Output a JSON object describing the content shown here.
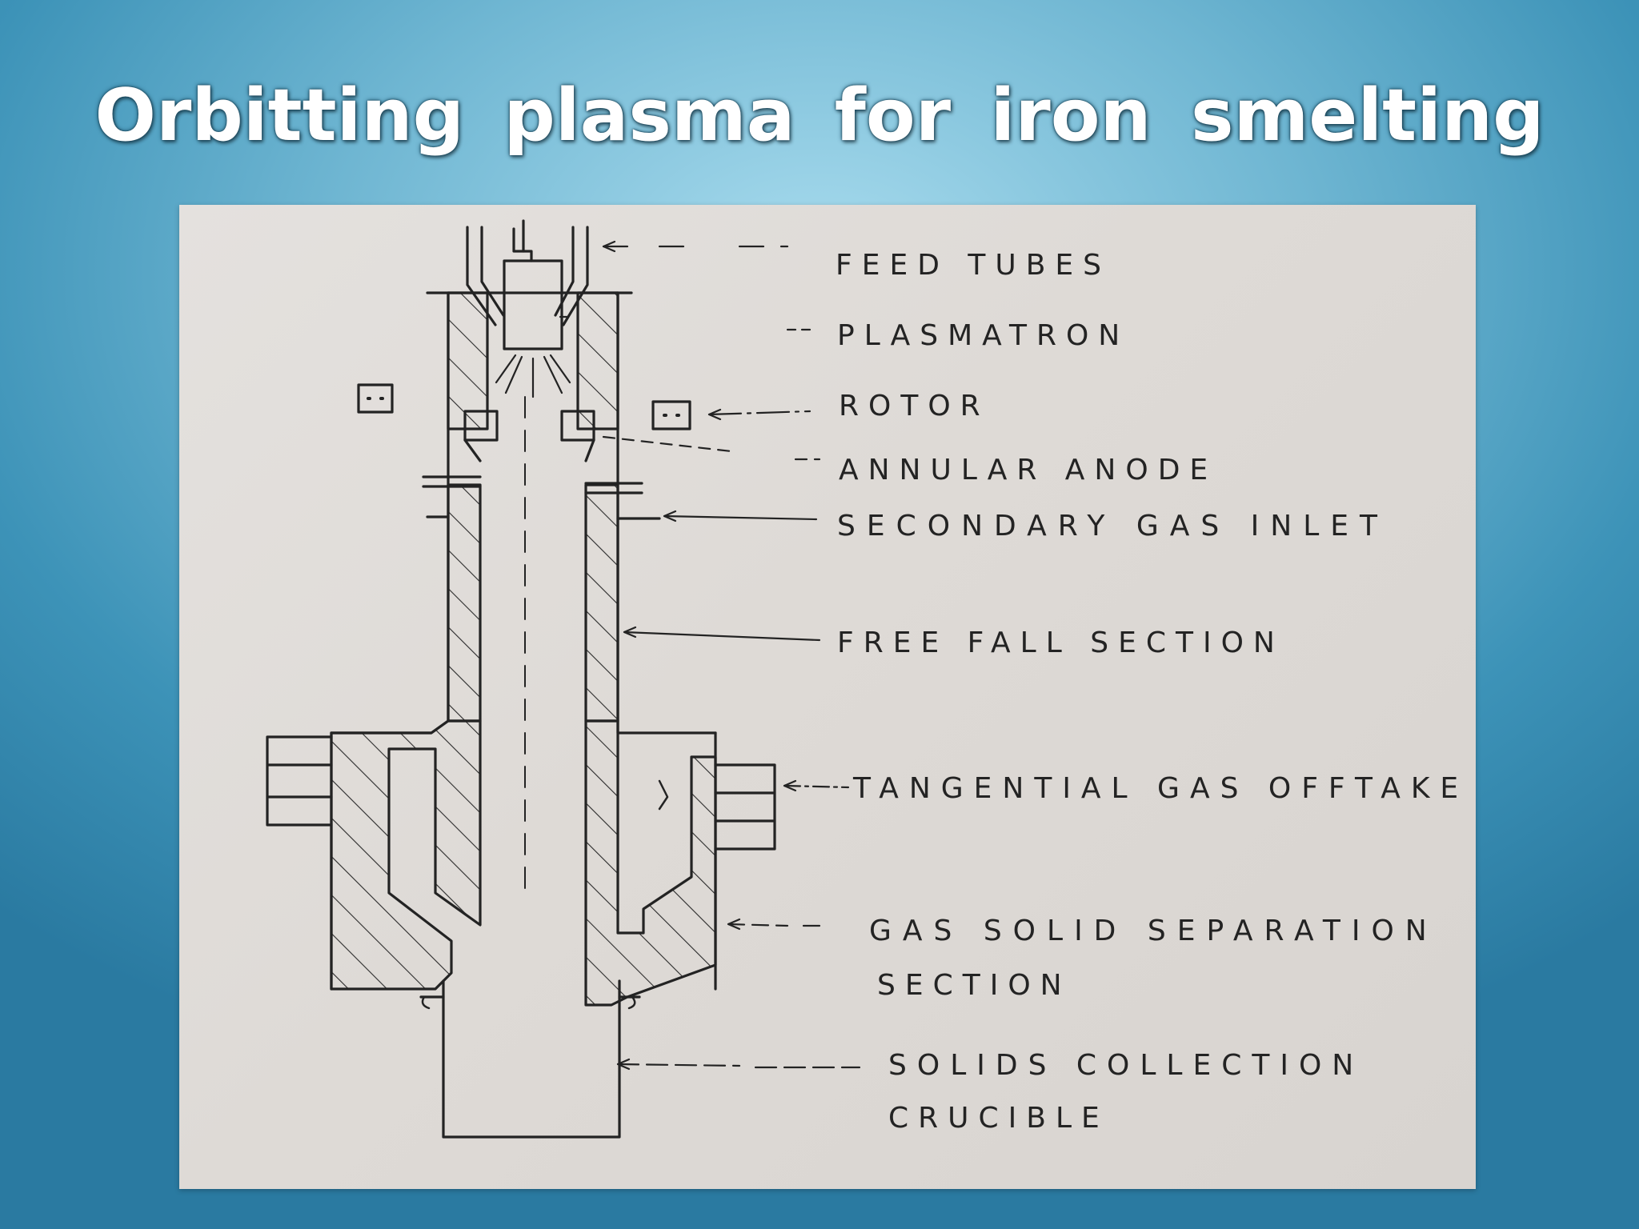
{
  "slide": {
    "title": "Orbitting  plasma  for  iron  smelting"
  },
  "diagram": {
    "labels": {
      "feed_tubes": "FEED TUBES",
      "plasmatron": "PLASMATRON",
      "rotor": "ROTOR",
      "annular_anode": "ANNULAR ANODE",
      "secondary_gas_inlet": "SECONDARY GAS INLET",
      "free_fall_section": "FREE FALL SECTION",
      "tangential_gas_offtake": "TANGENTIAL GAS OFFTAKE",
      "gas_solid_separation_line1": "GAS SOLID SEPARATION",
      "gas_solid_separation_line2": "SECTION",
      "solids_collection_line1": "SOLIDS COLLECTION",
      "solids_collection_line2": "CRUCIBLE"
    }
  },
  "colors": {
    "title": "#ffffff",
    "paper": "#e1ded9",
    "ink": "#232323"
  }
}
